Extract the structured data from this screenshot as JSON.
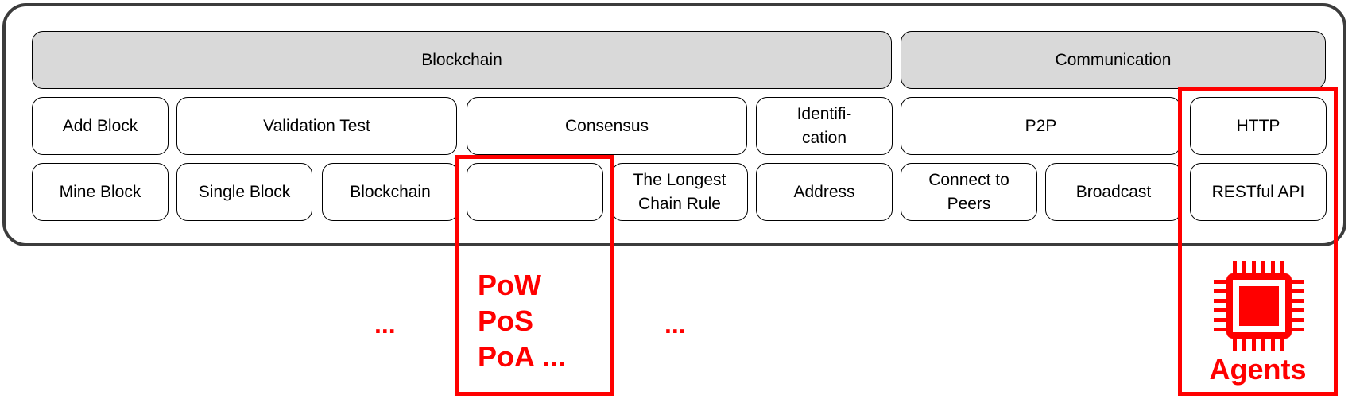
{
  "headers": {
    "blockchain": "Blockchain",
    "communication": "Communication"
  },
  "row2": {
    "add_block": "Add Block",
    "validation_test": "Validation Test",
    "consensus": "Consensus",
    "identification": "Identifi-\ncation",
    "p2p": "P2P",
    "http": "HTTP"
  },
  "row3": {
    "mine_block": "Mine Block",
    "single_block": "Single Block",
    "blockchain": "Blockchain",
    "consensus_method": "",
    "longest_chain": "The Longest\nChain Rule",
    "address": "Address",
    "connect_peers": "Connect to\nPeers",
    "broadcast": "Broadcast",
    "restful_api": "RESTful API"
  },
  "annotations": {
    "consensus_methods": "PoW\nPoS\nPoA ...",
    "ellipsis_left": "...",
    "ellipsis_mid": "...",
    "agents": "Agents",
    "agents_icon": "cpu-chip-icon",
    "highlight_color": "#ff0000"
  }
}
